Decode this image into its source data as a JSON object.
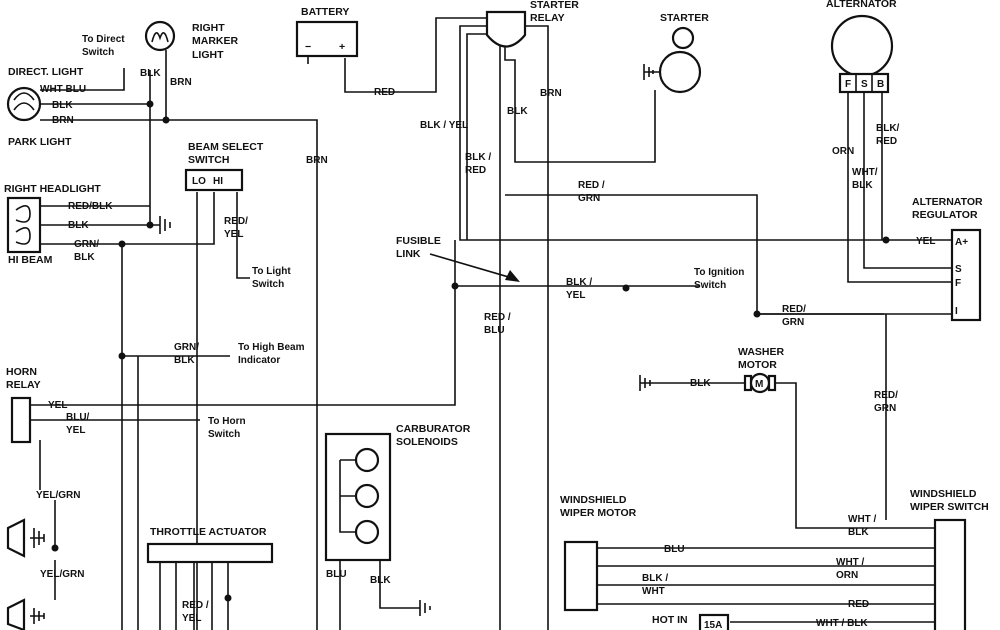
{
  "components": {
    "battery": "BATTERY",
    "starter_relay": [
      "STARTER",
      "RELAY"
    ],
    "starter": "STARTER",
    "alternator": "ALTERNATOR",
    "alternator_terminals": [
      "F",
      "S",
      "B"
    ],
    "alternator_regulator": [
      "ALTERNATOR",
      "REGULATOR"
    ],
    "regulator_terminals": [
      "A+",
      "S",
      "F",
      "I"
    ],
    "right_marker_light": [
      "RIGHT",
      "MARKER",
      "LIGHT"
    ],
    "direct_light": "DIRECT. LIGHT",
    "park_light": "PARK LIGHT",
    "right_headlight": "RIGHT HEADLIGHT",
    "hi_beam": "HI BEAM",
    "beam_select_switch": [
      "BEAM SELECT",
      "SWITCH"
    ],
    "beam_switch_positions": [
      "LO",
      "HI"
    ],
    "horn_relay": [
      "HORN",
      "RELAY"
    ],
    "throttle_actuator": "THROTTLE ACTUATOR",
    "carburator_solenoids": [
      "CARBURATOR",
      "SOLENOIDS"
    ],
    "fusible_link": [
      "FUSIBLE",
      "LINK"
    ],
    "washer_motor": [
      "WASHER",
      "MOTOR"
    ],
    "washer_motor_symbol": "M",
    "windshield_wiper_motor": [
      "WINDSHIELD",
      "WIPER MOTOR"
    ],
    "windshield_wiper_switch": [
      "WINDSHIELD",
      "WIPER SWITCH"
    ],
    "hot_in": "HOT IN",
    "fuse": "15A"
  },
  "notes": {
    "to_direct_switch": [
      "To Direct",
      "Switch"
    ],
    "to_light_switch": [
      "To Light",
      "Switch"
    ],
    "to_high_beam": [
      "To High Beam",
      "Indicator"
    ],
    "to_horn_switch": [
      "To Horn",
      "Switch"
    ],
    "to_ignition_switch": [
      "To Ignition",
      "Switch"
    ]
  },
  "wires": {
    "blk": "BLK",
    "brn": "BRN",
    "wht_blu": "WHT  BLU",
    "red": "RED",
    "red_blk": "RED/BLK",
    "grn": "GRN/",
    "grn_blk_short": "BLK",
    "red_slash": "RED/",
    "yel": "YEL",
    "blk_slash": "BLK /",
    "blk_yel": "BLK / YEL",
    "red_blu": [
      "RED /",
      "BLU"
    ],
    "red_grn_a": [
      "RED /",
      "GRN"
    ],
    "red_grn_b": [
      "RED/",
      "GRN"
    ],
    "red_grn_c": [
      "RED/",
      "GRN"
    ],
    "blk_red_a": [
      "BLK /",
      "RED"
    ],
    "blk_red_b": [
      "BLK/",
      "RED"
    ],
    "orn": "ORN",
    "wht_blk": [
      "WHT/",
      "BLK"
    ],
    "wht_blk_sw": [
      "WHT /",
      "BLK"
    ],
    "blk_yel_fl": [
      "BLK /",
      "YEL"
    ],
    "blu": "BLU",
    "blu_yel": [
      "BLU/",
      "YEL"
    ],
    "yel_grn": "YEL/GRN",
    "wht_orn": [
      "WHT /",
      "ORN"
    ],
    "blk_wht": [
      "BLK /",
      "WHT"
    ],
    "red_yel": [
      "RED /",
      "YEL"
    ],
    "wht_blk_hot": "WHT / BLK"
  }
}
